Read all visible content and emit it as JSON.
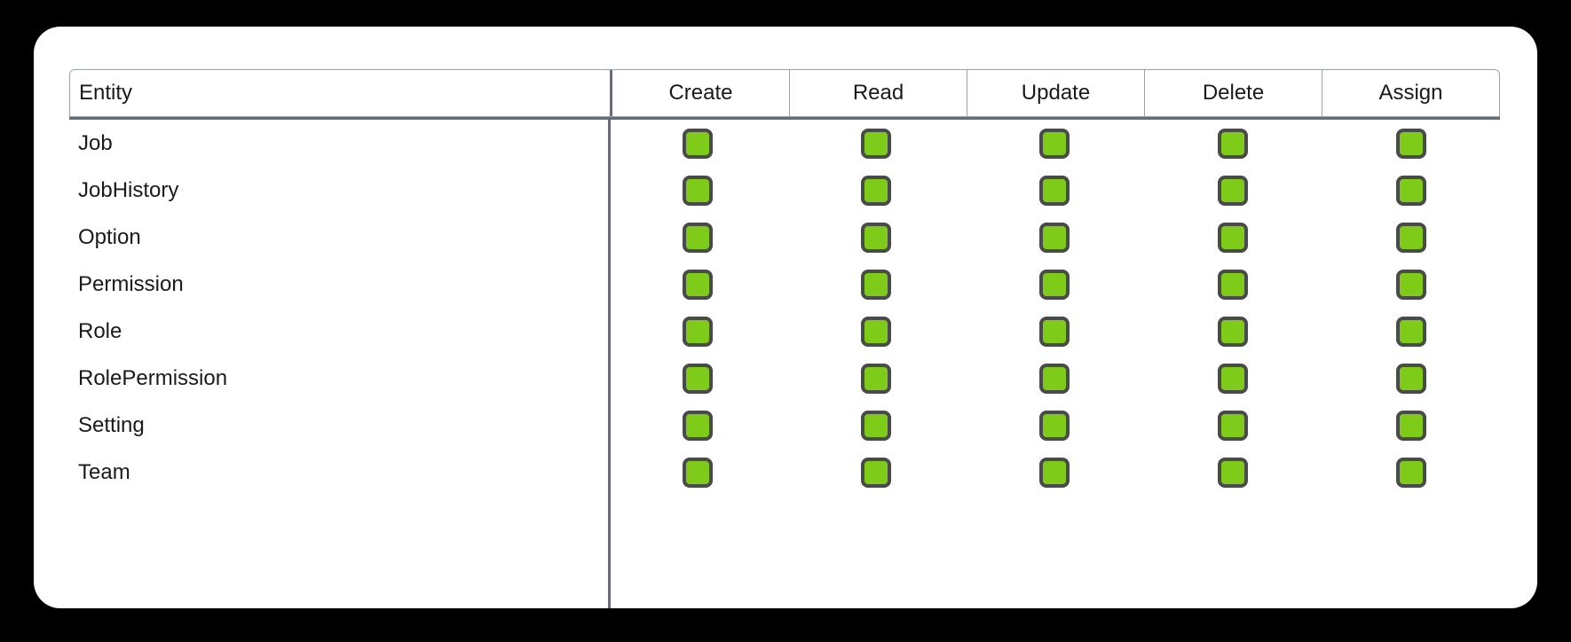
{
  "card": {
    "background_color": "#ffffff",
    "page_background_color": "#000000"
  },
  "table": {
    "border_color": "#9aa3ad",
    "divider_color": "#646e7a",
    "columns": [
      {
        "key": "entity",
        "label": "Entity",
        "align": "left"
      },
      {
        "key": "create",
        "label": "Create",
        "align": "center"
      },
      {
        "key": "read",
        "label": "Read",
        "align": "center"
      },
      {
        "key": "update",
        "label": "Update",
        "align": "center"
      },
      {
        "key": "delete",
        "label": "Delete",
        "align": "center"
      },
      {
        "key": "assign",
        "label": "Assign",
        "align": "center"
      }
    ],
    "checkbox": {
      "state": "checked",
      "fill_color": "#7ecc19",
      "border_color": "#4a4a4a",
      "icon": "checkbox-checked-icon"
    },
    "rows": [
      {
        "entity": "Job",
        "create": true,
        "read": true,
        "update": true,
        "delete": true,
        "assign": true
      },
      {
        "entity": "JobHistory",
        "create": true,
        "read": true,
        "update": true,
        "delete": true,
        "assign": true
      },
      {
        "entity": "Option",
        "create": true,
        "read": true,
        "update": true,
        "delete": true,
        "assign": true
      },
      {
        "entity": "Permission",
        "create": true,
        "read": true,
        "update": true,
        "delete": true,
        "assign": true
      },
      {
        "entity": "Role",
        "create": true,
        "read": true,
        "update": true,
        "delete": true,
        "assign": true
      },
      {
        "entity": "RolePermission",
        "create": true,
        "read": true,
        "update": true,
        "delete": true,
        "assign": true
      },
      {
        "entity": "Setting",
        "create": true,
        "read": true,
        "update": true,
        "delete": true,
        "assign": true
      },
      {
        "entity": "Team",
        "create": true,
        "read": true,
        "update": true,
        "delete": true,
        "assign": true
      }
    ]
  }
}
